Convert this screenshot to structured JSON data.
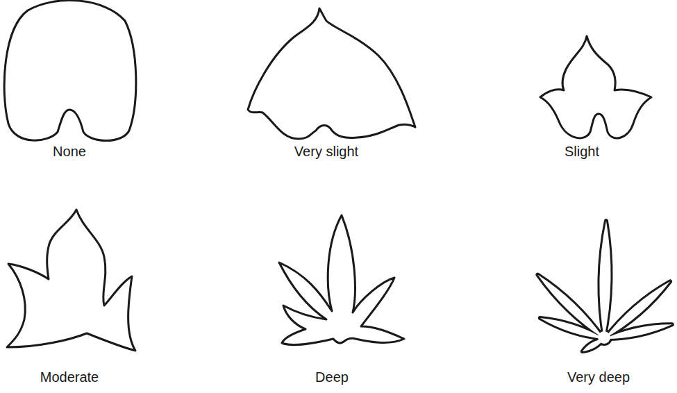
{
  "diagram": {
    "labels": [
      "None",
      "Very slight",
      "Slight",
      "Moderate",
      "Deep",
      "Very deep"
    ]
  }
}
